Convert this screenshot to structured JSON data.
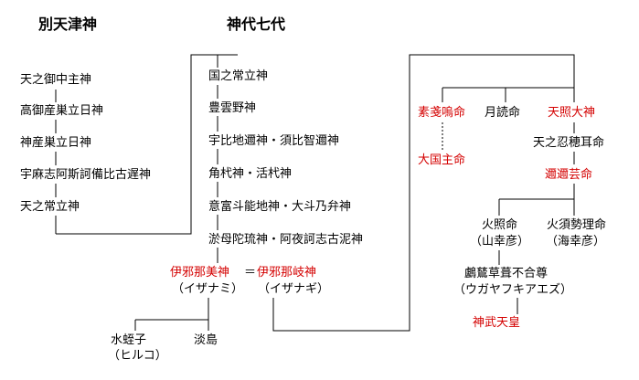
{
  "colors": {
    "text": "#000000",
    "highlight": "#d40000",
    "background": "#ffffff"
  },
  "headings": {
    "betsu": "別天津神",
    "kamiyo": "神代七代"
  },
  "betsu": {
    "n1": "天之御中主神",
    "n2": "高御産巣立日神",
    "n3": "神産巣立日神",
    "n4": "宇麻志阿斯訶備比古遅神",
    "n5": "天之常立神"
  },
  "kamiyo": {
    "n1": "国之常立神",
    "n2": "豊雲野神",
    "n3": "宇比地邇神・須比智邇神",
    "n4": "角杙神・活杙神",
    "n5": "意富斗能地神・大斗乃弁神",
    "n6": "淤母陀琉神・阿夜訶志古泥神"
  },
  "couple": {
    "izanami": "伊邪那美神",
    "eq": "＝",
    "izanagi": "伊邪那岐神",
    "izanami_kana": "（イザナミ）",
    "izanagi_kana": "（イザナギ）"
  },
  "children": {
    "hiruko": "水蛭子",
    "hiruko_kana": "（ヒルコ）",
    "awashima": "淡島"
  },
  "mikoto": {
    "susanoo": "素戔嗚命",
    "tsukuyomi": "月読命",
    "amaterasu": "天照大神",
    "okuninushi": "大国主命",
    "oshihomimi": "天之忍穂耳命",
    "ninigi": "邇邇芸命",
    "hoderi": "火照命",
    "hoderi_kana": "（山幸彦）",
    "hosuseri": "火須勢理命",
    "hosuseri_kana": "（海幸彦）",
    "ugaya": "鸕鶿草葺不合尊",
    "ugaya_kana": "（ウガヤフキアエズ）",
    "jimmu": "神武天皇"
  }
}
